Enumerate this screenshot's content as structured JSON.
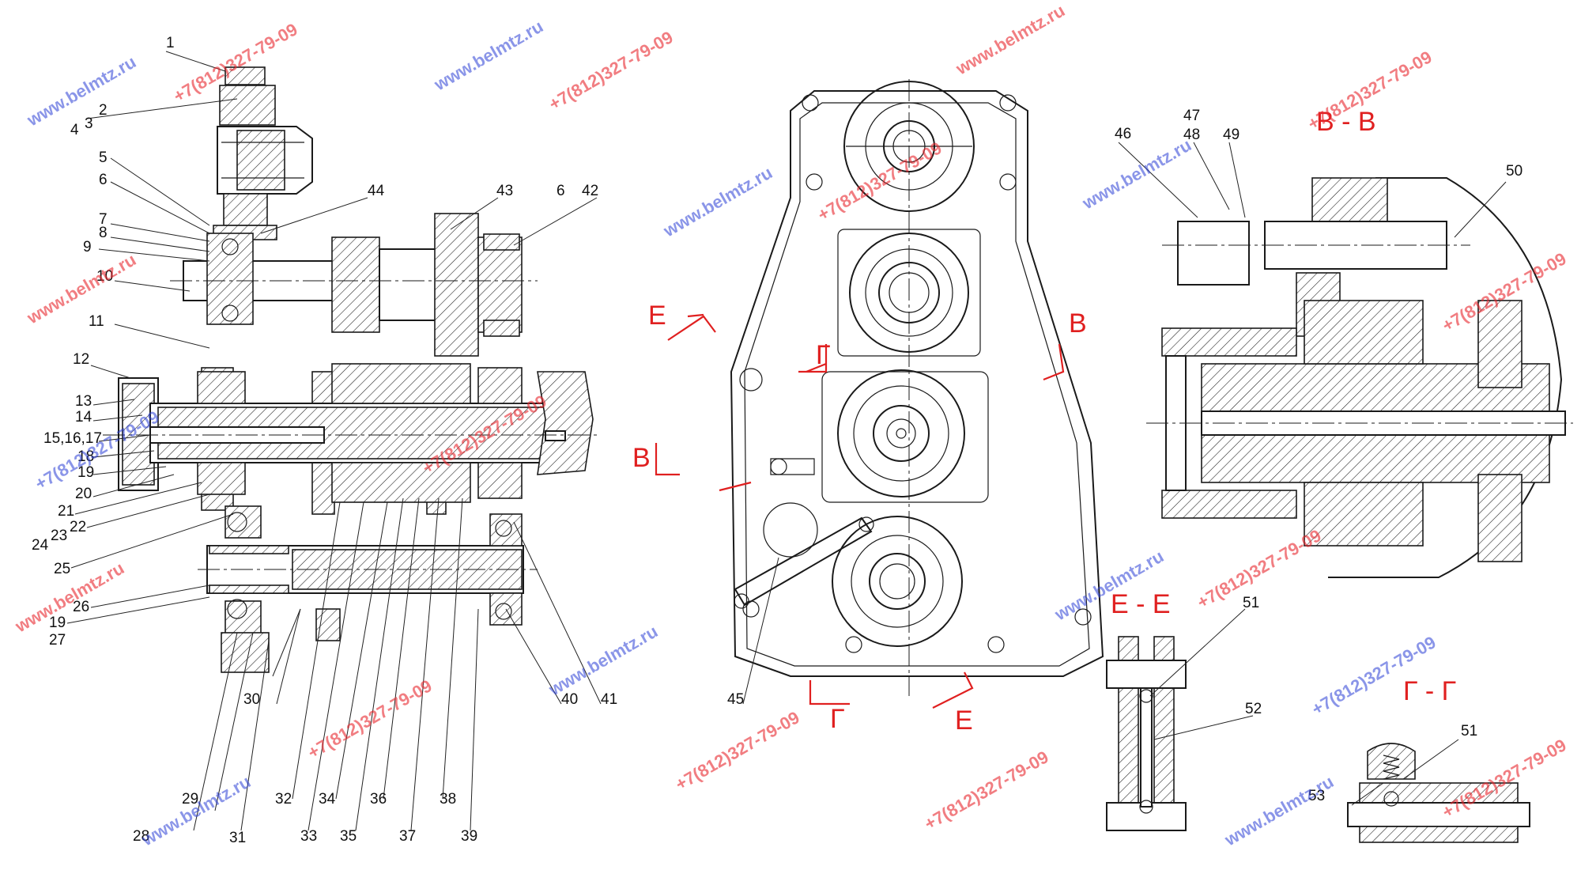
{
  "watermarks": {
    "site": "www.belmtz.ru",
    "phone": "+7(812)327-79-09",
    "colors": {
      "site": "#2b3fd6",
      "phone": "#e8282f"
    }
  },
  "section_marks": {
    "bb_title": "В - В",
    "ee_title": "Е - Е",
    "gg_title": "Г - Г",
    "e_mark": "Е",
    "b_mark": "В",
    "g_mark": "Г"
  },
  "callouts": {
    "c1": "1",
    "c2": "2",
    "c3": "3",
    "c4": "4",
    "c5": "5",
    "c6": "6",
    "c7": "7",
    "c8": "8",
    "c9": "9",
    "c10": "10",
    "c11": "11",
    "c12": "12",
    "c13": "13",
    "c14": "14",
    "c15": "15,16,17",
    "c18": "18",
    "c19": "19",
    "c20": "20",
    "c21": "21",
    "c22": "22",
    "c23": "23",
    "c24": "24",
    "c25": "25",
    "c26": "26",
    "c19b": "19",
    "c27": "27",
    "c28": "28",
    "c29": "29",
    "c30": "30",
    "c31": "31",
    "c32": "32",
    "c33": "33",
    "c34": "34",
    "c35": "35",
    "c36": "36",
    "c37": "37",
    "c38": "38",
    "c39": "39",
    "c40": "40",
    "c41": "41",
    "c42": "42",
    "c43": "43",
    "c44": "44",
    "c6b": "6",
    "c45": "45",
    "c46": "46",
    "c47": "47",
    "c48": "48",
    "c49": "49",
    "c50": "50",
    "c51": "51",
    "c52": "52",
    "c51b": "51",
    "c53": "53"
  }
}
